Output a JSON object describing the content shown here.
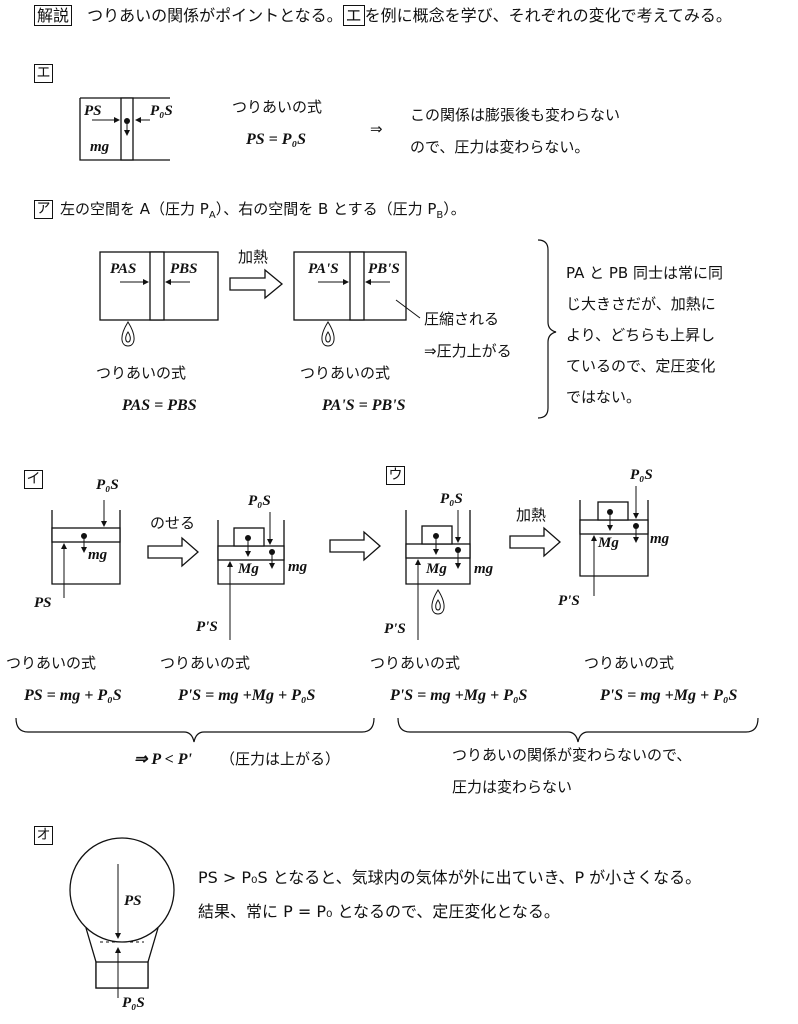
{
  "header": {
    "kaisetsu": "解説",
    "text1": "つりあいの関係がポイントとなる。",
    "e_box": "エ",
    "text2": "を例に概念を学び、それぞれの変化で考えてみる。"
  },
  "sec_e": {
    "label": "エ",
    "eq_title": "つりあいの式",
    "eq": "PS = P₀S",
    "implies": "⇒",
    "concl1": "この関係は膨張後も変わらない",
    "concl2": "ので、圧力は変わらない。",
    "fig": {
      "ps": "PS",
      "p0s": "P₀S",
      "mg": "mg"
    }
  },
  "sec_a": {
    "label": "ア",
    "intro": "左の空間を A（圧力 P",
    "intro_sub": "A",
    "intro2": "）、右の空間を B とする（圧力 P",
    "intro_sub2": "B",
    "intro3": "）。",
    "heat": "加熱",
    "compressed": "圧縮される",
    "pressure_up": "⇒圧力上がる",
    "eq_title1": "つりあいの式",
    "eq_title2": "つりあいの式",
    "fig1": {
      "pas": "PAS",
      "pbs": "PBS"
    },
    "fig2": {
      "pas": "PA'S",
      "pbs": "PB'S"
    },
    "eq1": "PAS = PBS",
    "eq2": "PA'S = PB'S",
    "side": [
      "PA と PB 同士は常に同",
      "じ大きさだが、加熱に",
      "より、どちらも上昇し",
      "ているので、定圧変化",
      "ではない。"
    ]
  },
  "sec_i": {
    "label": "イ",
    "put": "のせる",
    "p0s": "P₀S",
    "mg": "mg",
    "Mg": "Mg",
    "ps": "PS",
    "pps": "P'S",
    "eq_title1": "つりあいの式",
    "eq_title2": "つりあいの式",
    "eq1": "PS = mg + P₀S",
    "eq2": "P'S = mg +Mg + P₀S",
    "concl": "⇒ P < P'",
    "concl_note": "（圧力は上がる）"
  },
  "sec_u": {
    "label": "ウ",
    "heat": "加熱",
    "p0s": "P₀S",
    "mg": "mg",
    "Mg": "Mg",
    "pps": "P'S",
    "eq_title1": "つりあいの式",
    "eq_title2": "つりあいの式",
    "eq1": "P'S = mg +Mg + P₀S",
    "eq2": "P'S = mg +Mg + P₀S",
    "concl1": "つりあいの関係が変わらないので、",
    "concl2": "圧力は変わらない"
  },
  "sec_o": {
    "label": "オ",
    "ps": "PS",
    "p0s": "P₀S",
    "line1": "PS > P₀S となると、気球内の気体が外に出ていき、P が小さくなる。",
    "line2": "結果、常に P = P₀ となるので、定圧変化となる。"
  }
}
